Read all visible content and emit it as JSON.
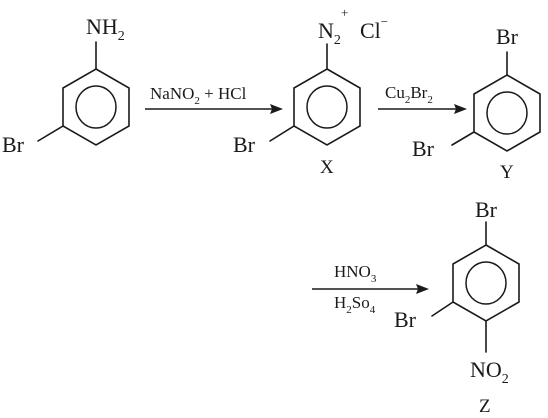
{
  "start": {
    "group": "NH",
    "group_sub": "2",
    "br": "Br"
  },
  "step1": {
    "reagent_a": "NaNO",
    "reagent_a_sub": "2",
    "reagent_b": " + HCl"
  },
  "x": {
    "group": "N",
    "group_sub": "2",
    "group_sup": "+",
    "counterion": "Cl",
    "counterion_sup": "−",
    "br": "Br",
    "caption": "X"
  },
  "step2": {
    "reagent": "Cu",
    "reagent_sub1": "2",
    "reagent_mid": "Br",
    "reagent_sub2": "2"
  },
  "y": {
    "br_top": "Br",
    "br_side": "Br",
    "caption": "Y"
  },
  "step3": {
    "reagent_top": "HNO",
    "reagent_top_sub": "3",
    "reagent_bot_a": "H",
    "reagent_bot_sub1": "2",
    "reagent_bot_b": "So",
    "reagent_bot_sub2": "4"
  },
  "z": {
    "br_top": "Br",
    "br_side": "Br",
    "group": "NO",
    "group_sub": "2",
    "caption": "Z"
  }
}
